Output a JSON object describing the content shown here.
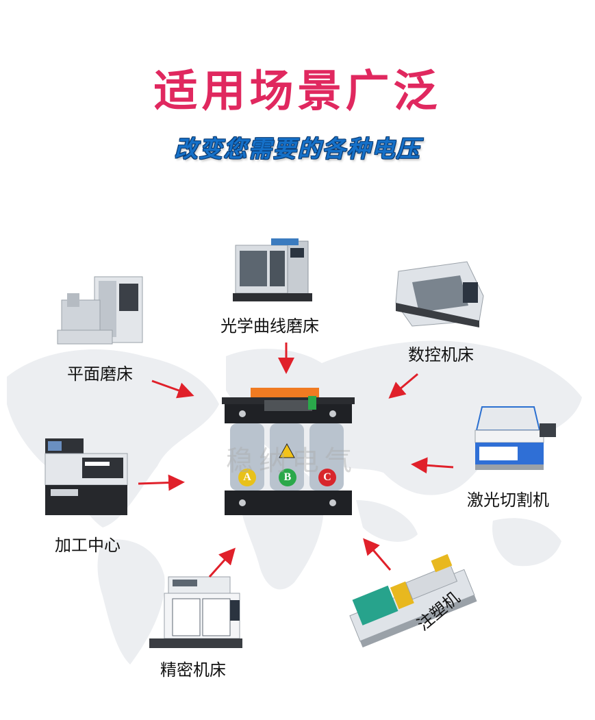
{
  "header": {
    "title": "适用场景广泛",
    "subtitle": "改变您需要的各种电压"
  },
  "watermark": "稳纳电气",
  "transformer": {
    "phases": [
      "A",
      "B",
      "C"
    ]
  },
  "machines": [
    {
      "id": "optical-curve-grinder",
      "label": "光学曲线磨床",
      "icon": "optical-curve-grinder-icon"
    },
    {
      "id": "surface-grinder",
      "label": "平面磨床",
      "icon": "surface-grinder-icon"
    },
    {
      "id": "cnc-machine",
      "label": "数控机床",
      "icon": "cnc-machine-icon"
    },
    {
      "id": "laser-cutter",
      "label": "激光切割机",
      "icon": "laser-cutter-icon"
    },
    {
      "id": "machining-center",
      "label": "加工中心",
      "icon": "machining-center-icon"
    },
    {
      "id": "precision-machine",
      "label": "精密机床",
      "icon": "precision-machine-icon"
    },
    {
      "id": "injection-molding",
      "label": "注塑机",
      "icon": "injection-molding-icon"
    }
  ],
  "colors": {
    "title": "#e0285f",
    "subtitle": "#1570c8",
    "arrow": "#e0202a",
    "map": "#e9ecef",
    "phase_a": "#e8c11a",
    "phase_b": "#2aa84a",
    "phase_c": "#d8262c"
  }
}
